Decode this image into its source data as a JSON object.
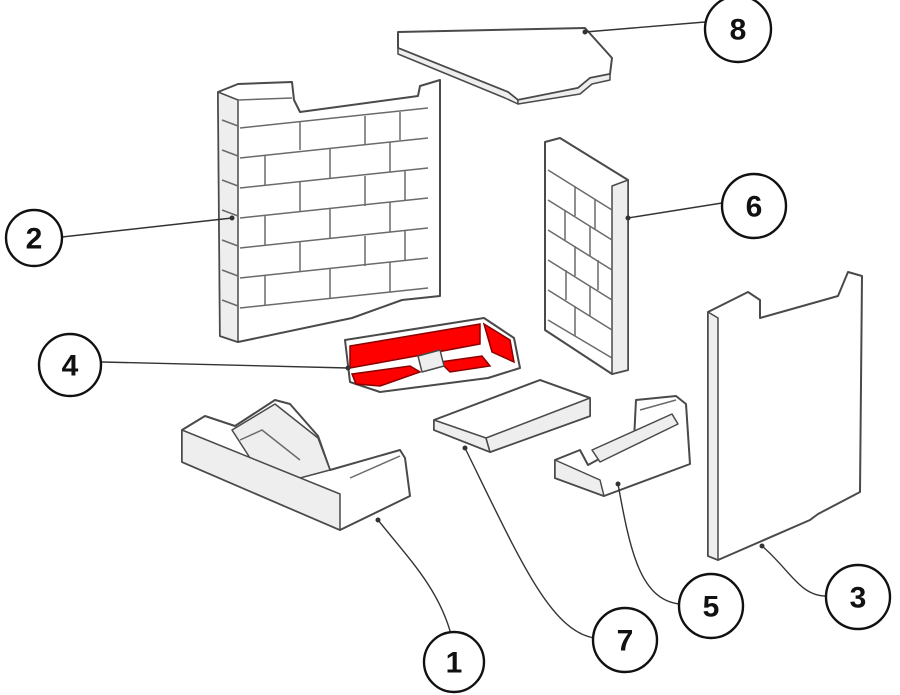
{
  "colors": {
    "line": "#4a4a4a",
    "highlight": "#ff0000",
    "background": "#ffffff"
  },
  "highlighted_part": "4",
  "callouts": [
    {
      "id": "callout-1",
      "label": "1"
    },
    {
      "id": "callout-2",
      "label": "2"
    },
    {
      "id": "callout-3",
      "label": "3"
    },
    {
      "id": "callout-4",
      "label": "4"
    },
    {
      "id": "callout-5",
      "label": "5"
    },
    {
      "id": "callout-6",
      "label": "6"
    },
    {
      "id": "callout-7",
      "label": "7"
    },
    {
      "id": "callout-8",
      "label": "8"
    }
  ]
}
